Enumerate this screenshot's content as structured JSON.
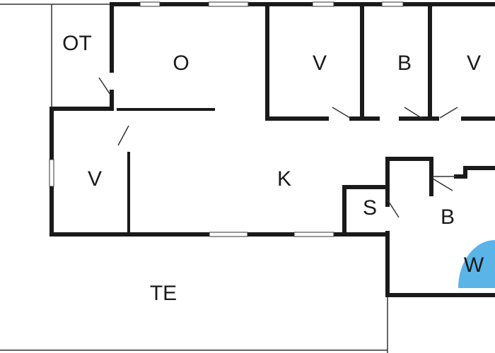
{
  "floor_plan": {
    "rooms": [
      {
        "id": "ot",
        "label": "OT"
      },
      {
        "id": "o",
        "label": "O"
      },
      {
        "id": "v1",
        "label": "V"
      },
      {
        "id": "b1",
        "label": "B"
      },
      {
        "id": "v2",
        "label": "V"
      },
      {
        "id": "v3",
        "label": "V"
      },
      {
        "id": "k",
        "label": "K"
      },
      {
        "id": "s",
        "label": "S"
      },
      {
        "id": "b2",
        "label": "B"
      },
      {
        "id": "w",
        "label": "W"
      },
      {
        "id": "te",
        "label": "TE"
      }
    ],
    "colors": {
      "wall": "#1a1a1a",
      "thin_line": "#333333",
      "whirlpool": "#5ab4e8",
      "background": "#ffffff"
    }
  }
}
